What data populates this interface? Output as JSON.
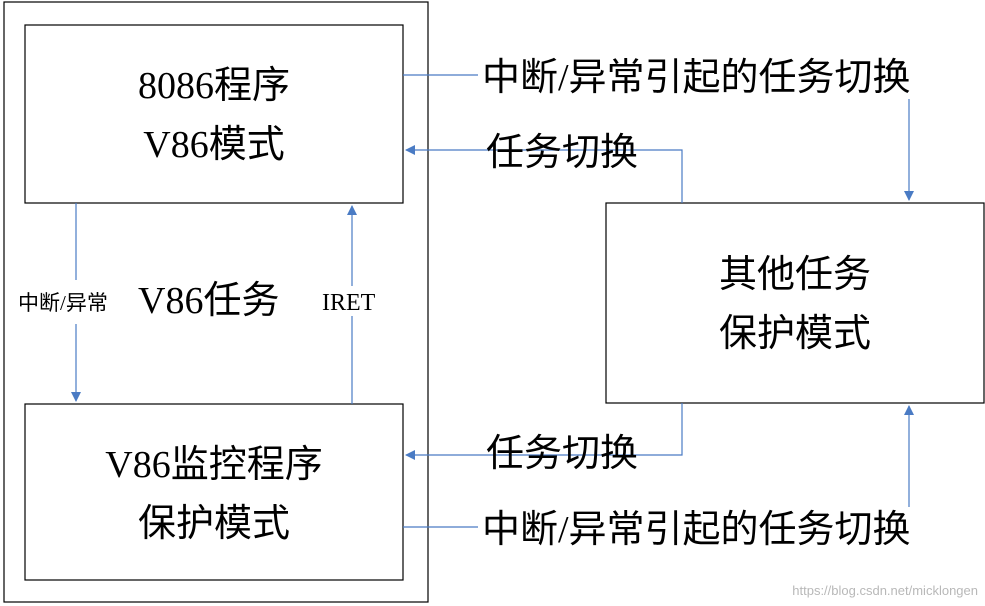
{
  "boxes": {
    "top_left": {
      "line1": "8086程序",
      "line2": "V86模式"
    },
    "bottom_left": {
      "line1": "V86监控程序",
      "line2": "保护模式"
    },
    "right": {
      "line1": "其他任务",
      "line2": "保护模式"
    }
  },
  "labels": {
    "top_interrupt_switch": "中断/异常引起的任务切换",
    "top_task_switch": "任务切换",
    "bottom_task_switch": "任务切换",
    "bottom_interrupt_switch": "中断/异常引起的任务切换",
    "left_interrupt": "中断/异常",
    "v86_task": "V86任务",
    "iret": "IRET"
  },
  "watermark": "https://blog.csdn.net/micklongen",
  "colors": {
    "connector": "#4a7bc4",
    "border": "#000000",
    "watermark": "#b8b8b8"
  }
}
